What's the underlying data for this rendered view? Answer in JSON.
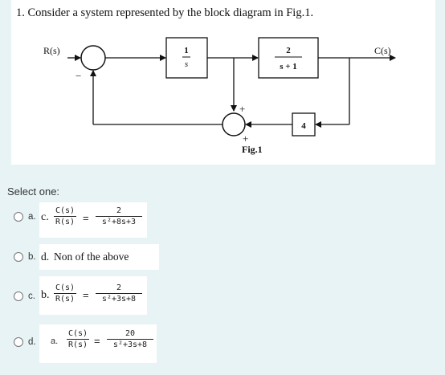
{
  "question": {
    "text": "1.  Consider a system represented by the block diagram in Fig.1."
  },
  "diagram": {
    "input_label": "R(s)",
    "output_label": "C(s)",
    "block1": {
      "num": "1",
      "den": "s"
    },
    "block2": {
      "num": "2",
      "den": "s + 1"
    },
    "block3": {
      "value": "4"
    },
    "sum1_minus": "−",
    "sum2_plus_top": "+",
    "sum2_plus_right": "+",
    "caption": "Fig.1"
  },
  "prompt": {
    "select_one": "Select one:"
  },
  "options": [
    {
      "letter": "a.",
      "inner_letter": "c.",
      "lhs_num": "C(s)",
      "lhs_den": "R(s)",
      "eq": "=",
      "rhs_num": "2",
      "rhs_den": "s²+8s+3"
    },
    {
      "letter": "b.",
      "inner_letter": "d.",
      "text": "Non of the above"
    },
    {
      "letter": "c.",
      "inner_letter": "b.",
      "lhs_num": "C(s)",
      "lhs_den": "R(s)",
      "eq": "=",
      "rhs_num": "2",
      "rhs_den": "s²+3s+8"
    },
    {
      "letter": "d.",
      "inner_letter": "a.",
      "lhs_num": "C(s)",
      "lhs_den": "R(s)",
      "eq": "=",
      "rhs_num": "20",
      "rhs_den": "s²+3s+8"
    }
  ]
}
